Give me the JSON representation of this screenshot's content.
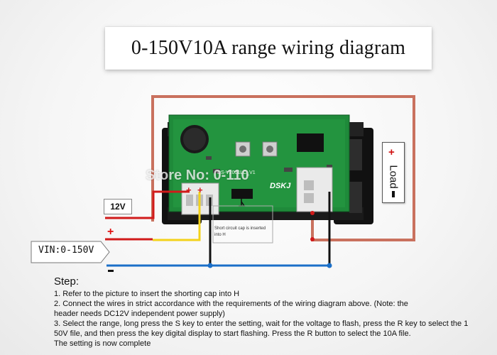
{
  "title": "0-150V10A range wiring diagram",
  "labels": {
    "v12": "12V",
    "vin": "VIN:0-150V",
    "plus": "+",
    "minus": "-",
    "load": "Load",
    "load_plus": "+",
    "shorting_note": "Short circuit cap is inserted into H",
    "watermark": "Store No: 0-110",
    "board_mark": "DSKJ",
    "board_code": "DS-V2001LC_V1",
    "terminal_plus_left": "+",
    "terminal_plus_right": "+"
  },
  "steps": {
    "heading": "Step:",
    "items": [
      "1. Refer to the picture to insert the shorting cap into H",
      "2. Connect the wires in strict accordance with the requirements of the wiring diagram above. (Note: the",
      "header needs DC12V independent power supply)",
      "3. Select the range, long press the S key to enter the setting, wait for the voltage to flash, press the R key to select the 1",
      "50V file, and then press the key digital display to start flashing. Press the R button to select the 10A file.",
      "The setting is now complete"
    ]
  },
  "colors": {
    "wire_red": "#d11a1a",
    "wire_red_outer": "#c97a64",
    "wire_blue": "#1b6fc8",
    "wire_yellow": "#f3d21a",
    "wire_black": "#111111",
    "pcb_green": "#1f8a3a",
    "bezel": "#1a1a1a"
  }
}
